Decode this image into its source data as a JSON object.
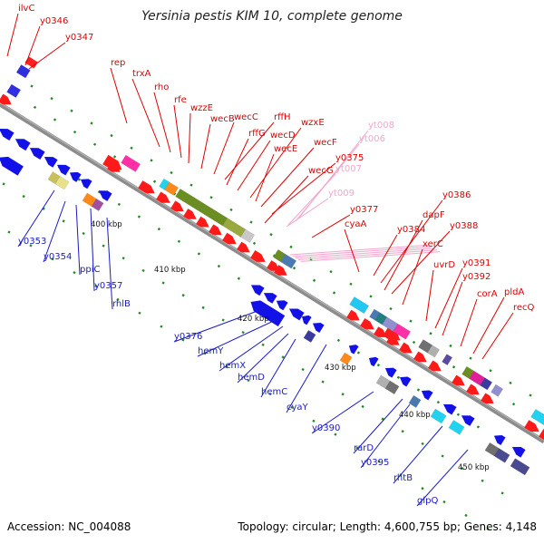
{
  "title": "Yersinia pestis KIM 10, complete genome",
  "footer": {
    "accession": "Accession: NC_004088",
    "summary": "Topology: circular; Length: 4,600,755 bp; Genes: 4,148"
  },
  "colors": {
    "backbone": "#8c8c8c",
    "forward_label": "#e00000",
    "reverse_label": "#1a1ac8",
    "pale_label": "#f4a6cc",
    "ticks": "#1f8a1f"
  },
  "kbp_ticks": [
    "400 kbp",
    "410 kbp",
    "420 kbp",
    "430 kbp",
    "440 kbp",
    "450 kbp"
  ],
  "forward_labels": [
    "ilvC",
    "y0346",
    "y0347",
    "rep",
    "trxA",
    "rho",
    "rfe",
    "wzzE",
    "wecB",
    "wecC",
    "rffH",
    "rffG",
    "wecD",
    "wzxE",
    "wecE",
    "wecF",
    "y0375",
    "wecG",
    "y0377",
    "cyaA",
    "y0384",
    "dapF",
    "y0386",
    "y0388",
    "xerC",
    "uvrD",
    "y0391",
    "y0392",
    "corA",
    "pldA",
    "recQ"
  ],
  "pale_labels": [
    "yt008",
    "yt006",
    "yt007",
    "yt009"
  ],
  "reverse_labels": [
    "y0353",
    "y0354",
    "ppiC",
    "y0357",
    "rhlB",
    "y0376",
    "hemY",
    "hemX",
    "hemD",
    "hemC",
    "cyaY",
    "y0390",
    "rarD",
    "y0395",
    "rhtB",
    "glpQ"
  ]
}
